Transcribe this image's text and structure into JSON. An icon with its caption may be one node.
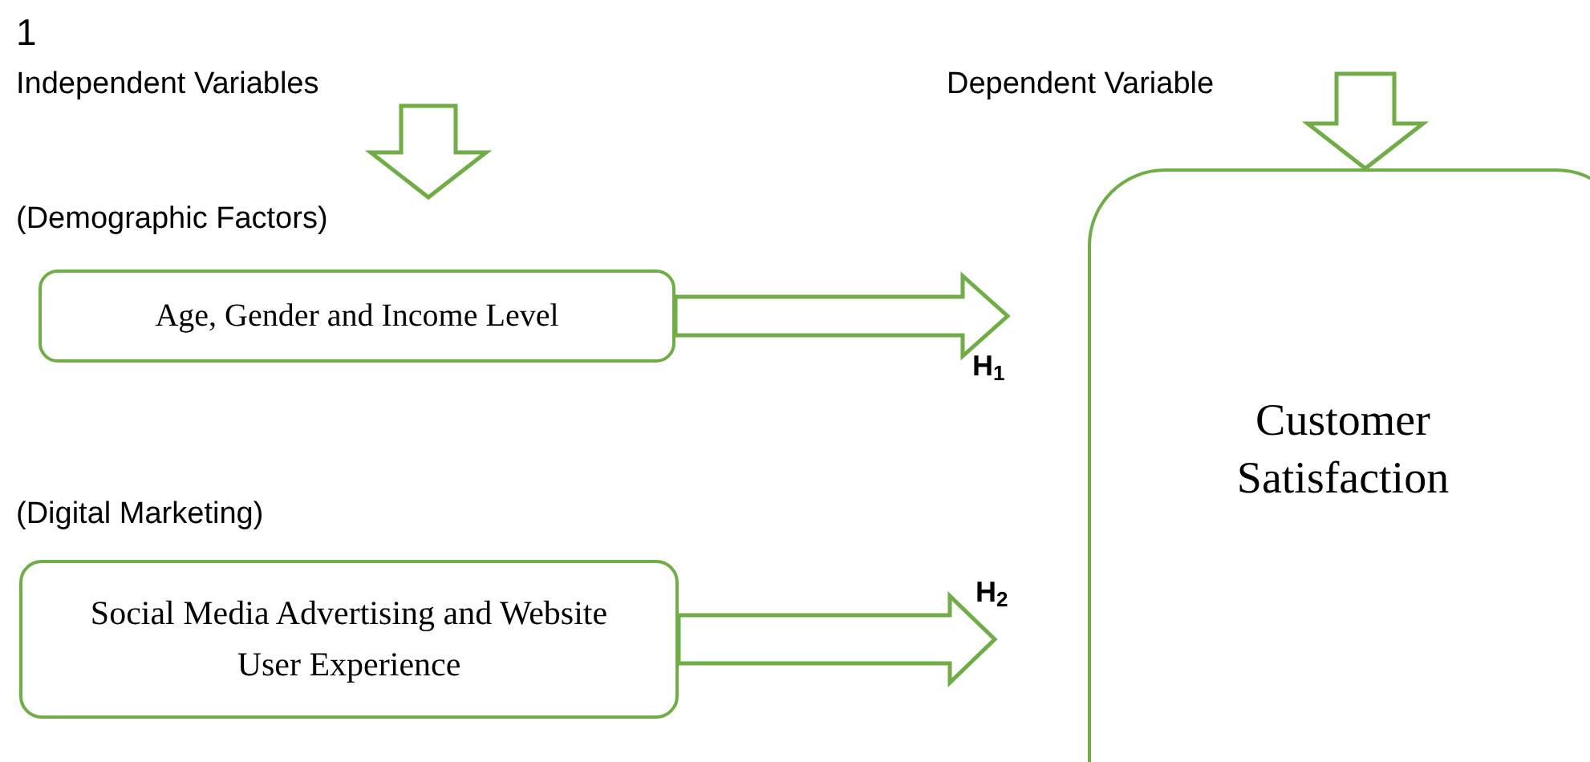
{
  "diagram": {
    "nodes": [
      {
        "text": [
          "Age, Gender and Income Level"
        ]
      },
      {
        "text": [
          "Social Media Advertising and Website User Experience"
        ]
      },
      {
        "text": [
          "Customer Satisfaction"
        ]
      }
    ],
    "edges": [
      {
        "from": 0,
        "to": 2,
        "arrow": "to",
        "label": "H$_{1}$"
      },
      {
        "from": 1,
        "to": 2,
        "arrow": "to",
        "label": "H$_{2}$"
      },
      {
        "from": null,
        "to": 2,
        "arrow": "to"
      }
    ],
    "labels": [
      "1",
      "Independent Variables",
      "Dependent Variable",
      "(Demographic Factors)",
      "(Digital Marketing)"
    ]
  }
}
